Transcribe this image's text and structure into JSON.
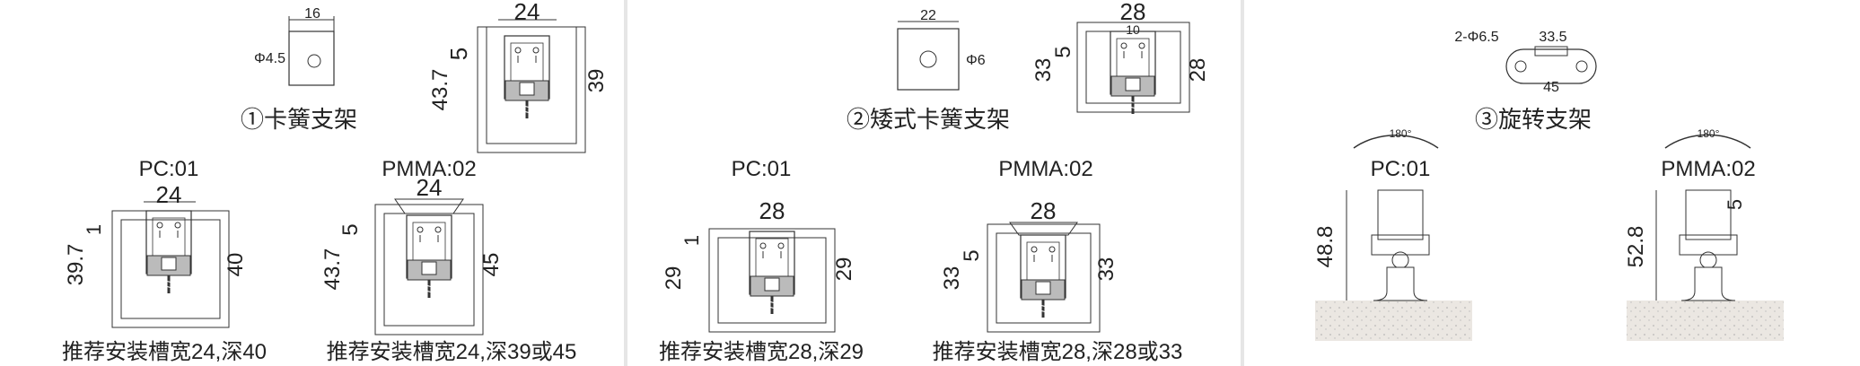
{
  "panel1": {
    "top_clip": {
      "width_dim": "16",
      "hole_dim": "Φ4.5"
    },
    "top_mount": {
      "width_dim": "24",
      "side_dim": "5",
      "height_dim": "43.7",
      "depth_dim": "39"
    },
    "caption": "①卡簧支架",
    "left": {
      "title": "PC:01",
      "width_dim": "24",
      "gap_dim": "1",
      "height_dim": "39.7",
      "depth_dim": "40",
      "recommend": "推荐安装槽宽24,深40"
    },
    "right": {
      "title": "PMMA:02",
      "width_dim": "24",
      "side_dim": "5",
      "height_dim": "43.7",
      "depth_dim": "45",
      "recommend": "推荐安装槽宽24,深39或45"
    }
  },
  "panel2": {
    "top_clip": {
      "width_dim": "22",
      "hole_dim": "Φ6"
    },
    "top_mount": {
      "width_dim": "28",
      "inner_dim": "10",
      "side_dim": "5",
      "height_dim": "33",
      "depth_dim": "28"
    },
    "caption": "②矮式卡簧支架",
    "left": {
      "title": "PC:01",
      "width_dim": "28",
      "gap_dim": "1",
      "height_dim": "29",
      "depth_dim": "29",
      "recommend": "推荐安装槽宽28,深29"
    },
    "right": {
      "title": "PMMA:02",
      "width_dim": "28",
      "side_dim": "5",
      "height_dim": "33",
      "depth_dim": "33",
      "recommend": "推荐安装槽宽28,深28或33"
    }
  },
  "panel3": {
    "top_clip": {
      "hole_dim": "2-Φ6.5",
      "inner_dim": "33.5",
      "width_dim": "45"
    },
    "caption": "③旋转支架",
    "left": {
      "angle": "180°",
      "title": "PC:01",
      "height_dim": "48.8"
    },
    "right": {
      "angle": "180°",
      "title": "PMMA:02",
      "side_dim": "5",
      "height_dim": "52.8"
    }
  },
  "colors": {
    "background": "#ffffff",
    "divider": "#e6e6e6",
    "line": "#333333",
    "floor": "#e9e5e0"
  }
}
